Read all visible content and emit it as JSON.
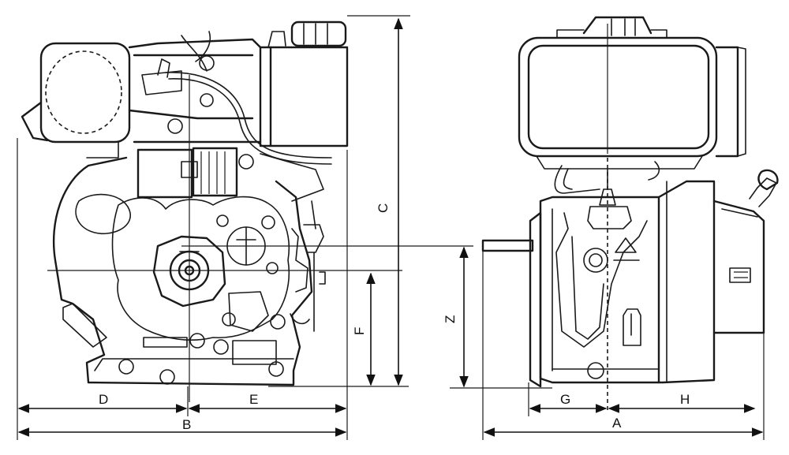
{
  "dimensions": {
    "A": "A",
    "B": "B",
    "C": "C",
    "D": "D",
    "E": "E",
    "F": "F",
    "G": "G",
    "H": "H",
    "Z": "Z"
  },
  "colors": {
    "line": "#1a1a1a",
    "background": "#ffffff"
  }
}
